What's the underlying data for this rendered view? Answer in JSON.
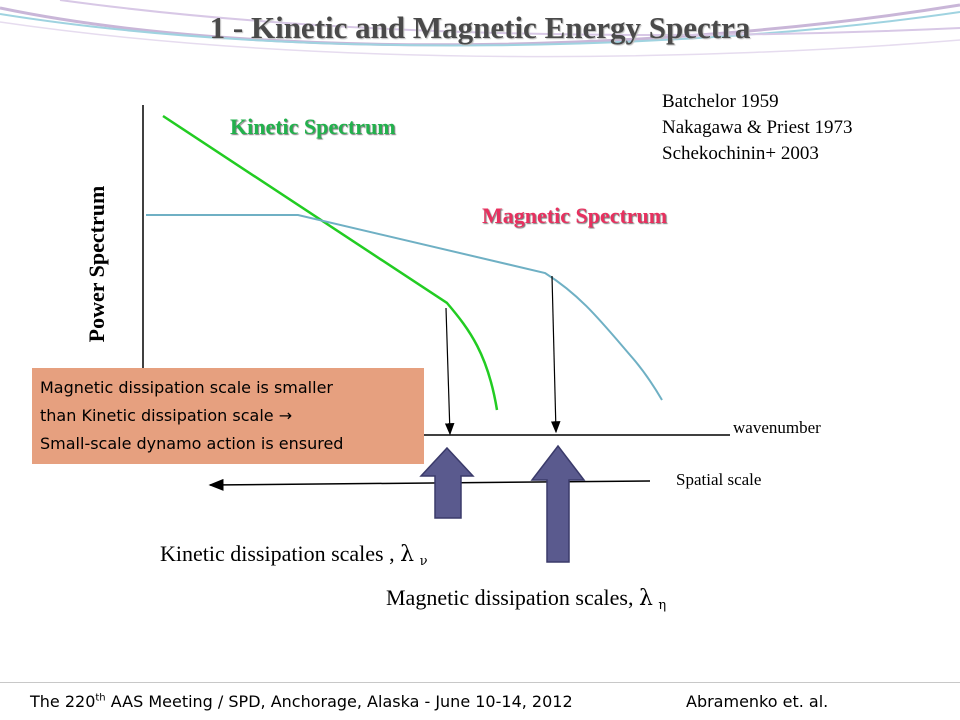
{
  "title": "1 -  Kinetic and Magnetic Energy Spectra",
  "references": [
    "Batchelor 1959",
    "Nakagawa & Priest 1973",
    "Schekochinin+ 2003"
  ],
  "labels": {
    "kinetic_spectrum": "Kinetic Spectrum",
    "magnetic_spectrum": "Magnetic Spectrum",
    "y_axis": "Power Spectrum",
    "x_axis": "wavenumber",
    "spatial_scale": "Spatial scale",
    "kinetic_dissipation": "Kinetic dissipation scales ,",
    "kinetic_symbol": "λ",
    "kinetic_subscript": "ν",
    "magnetic_dissipation": "Magnetic dissipation scales,",
    "magnetic_symbol": "λ",
    "magnetic_subscript": "η"
  },
  "note": {
    "line1": "Magnetic dissipation scale is smaller",
    "line2": "than Kinetic dissipation scale  →",
    "line3": "Small-scale dynamo action is ensured"
  },
  "footer": {
    "left_pre": "The 220",
    "left_sup": "th",
    "left_post": " AAS Meeting / SPD, Anchorage, Alaska  -  June 10-14, 2012",
    "right": "Abramenko et. al."
  },
  "colors": {
    "kinetic_curve": "#22cc22",
    "magnetic_curve": "#6fb0c4",
    "arrow_fill": "#5a5a8e",
    "note_bg": "#e6a07f",
    "kinetic_label": "#22b14c",
    "magnetic_label": "#e8305f"
  }
}
